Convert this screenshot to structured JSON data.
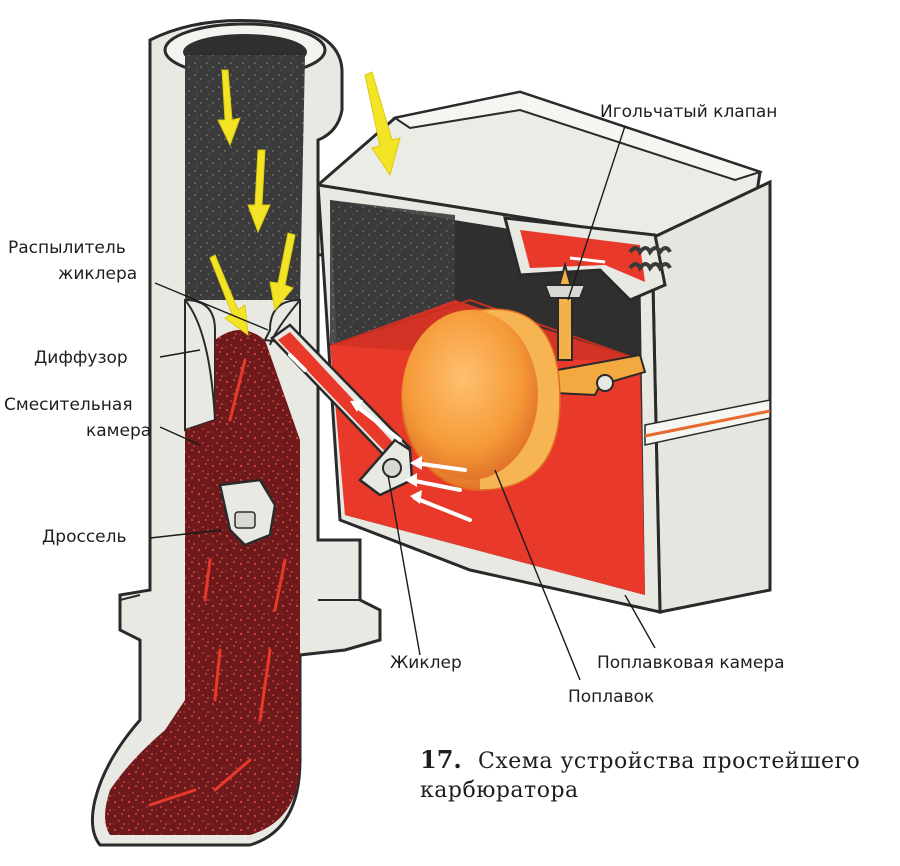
{
  "labels": {
    "needle_valve": "Игольчатый клапан",
    "atomizer_line1": "Распылитель",
    "atomizer_line2": "жиклера",
    "diffuser": "Диффузор",
    "mixing_line1": "Смесительная",
    "mixing_line2": "камера",
    "throttle": "Дроссель",
    "jet": "Жиклер",
    "float_chamber": "Поплавковая камера",
    "float": "Поплавок"
  },
  "caption": {
    "number": "17.",
    "line1": "Схема устройства простейшего",
    "line2": "карбюратора"
  },
  "colors": {
    "body": "#e9e9e4",
    "outline": "#2a2a2a",
    "fuel": "#e8392a",
    "mixture": "#7a1c1e",
    "air_arrow": "#f3e526",
    "float": "#f5a340",
    "dark_interior": "#3a3a3a"
  }
}
